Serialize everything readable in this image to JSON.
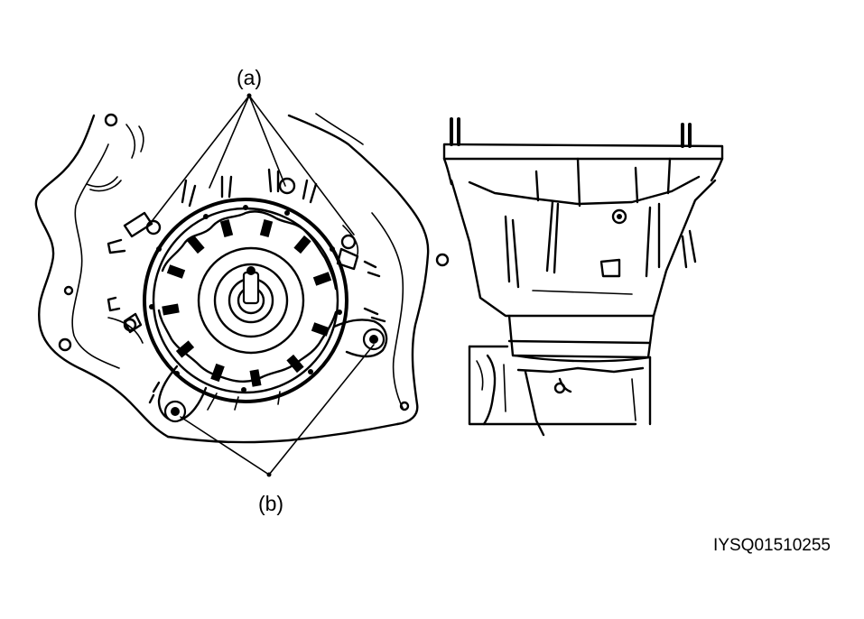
{
  "labels": {
    "a": "(a)",
    "b": "(b)"
  },
  "figure_code": "IYSQ01510255",
  "icons": {
    "left": "torque-converter-housing-icon",
    "right": "transmission-extension-housing-icon"
  }
}
